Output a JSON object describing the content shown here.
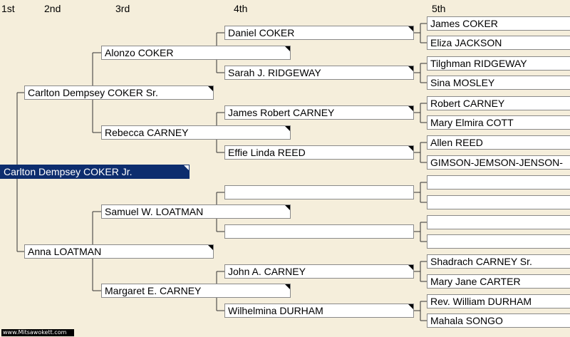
{
  "headers": [
    "1st",
    "2nd",
    "3rd",
    "4th",
    "5th"
  ],
  "generation1": "Carlton Dempsey COKER Jr.",
  "generation2": [
    "Carlton Dempsey COKER Sr.",
    "Anna LOATMAN"
  ],
  "generation3": [
    "Alonzo COKER",
    "Rebecca CARNEY",
    "Samuel W. LOATMAN",
    "Margaret E. CARNEY"
  ],
  "generation4": [
    "Daniel COKER",
    "Sarah J. RIDGEWAY",
    "James Robert CARNEY",
    "Effie Linda REED",
    "",
    "",
    "John A. CARNEY",
    "Wilhelmina DURHAM"
  ],
  "generation5": [
    "James COKER",
    "Eliza JACKSON",
    "Tilghman RIDGEWAY",
    "Sina MOSLEY",
    "Robert CARNEY",
    "Mary Elmira COTT",
    "Allen REED",
    "GIMSON-JEMSON-JENSON-",
    "",
    "",
    "",
    "",
    "Shadrach CARNEY Sr.",
    "Mary Jane CARTER",
    "Rev. William DURHAM",
    "Mahala SONGO"
  ],
  "colors": {
    "background": "#f5eedb",
    "root_fill": "#0d2d6e",
    "box_fill": "#ffffff"
  },
  "footer": "www.Mitsawokett.com"
}
